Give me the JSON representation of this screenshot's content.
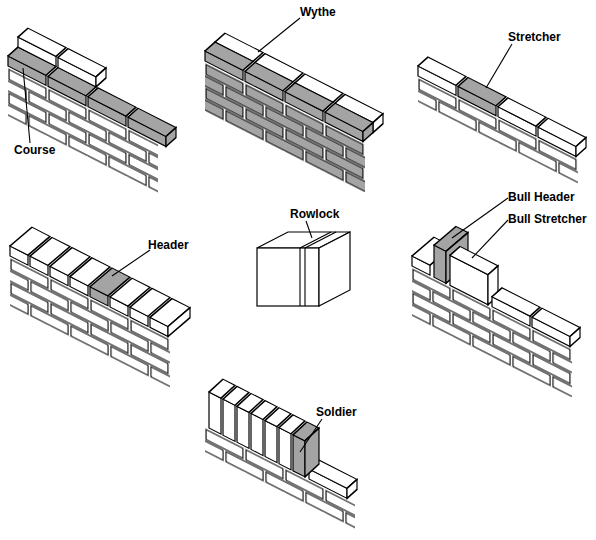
{
  "diagram": {
    "labels": [
      "Course",
      "Wythe",
      "Stretcher",
      "Header",
      "Rowlock",
      "Bull Header",
      "Bull Stretcher",
      "Soldier"
    ]
  }
}
